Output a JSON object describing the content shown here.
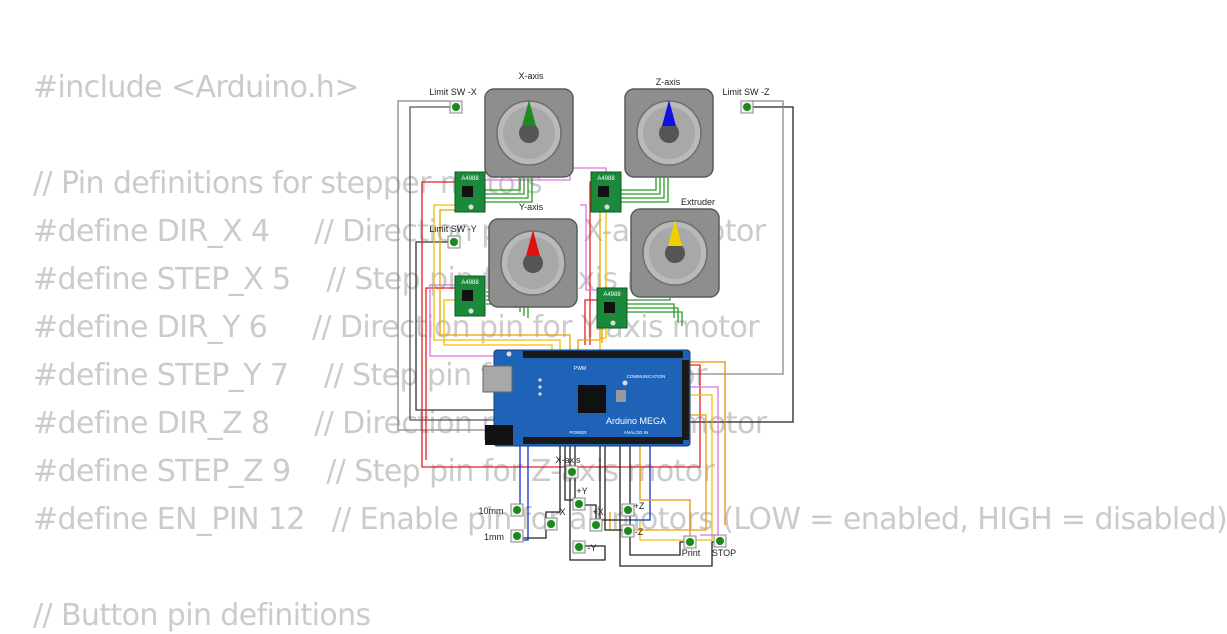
{
  "code_lines": [
    "#include <Arduino.h>",
    "",
    "// Pin definitions for stepper motors",
    "#define DIR_X 4     // Direction pin for X-axis motor",
    "#define STEP_X 5    // Step pin for X-axis motor",
    "#define DIR_Y 6     // Direction pin for Y-axis motor",
    "#define STEP_Y 7    // Step pin for Y-axis motor",
    "#define DIR_Z 8     // Direction pin for Z-axis motor",
    "#define STEP_Z 9    // Step pin for Z-axis motor",
    "#define EN_PIN 12   // Enable pin for all motors (LOW = enabled, HIGH = disabled)",
    "",
    "// Button pin definitions"
  ],
  "diagram": {
    "motors": {
      "x": {
        "label": "X-axis",
        "pointer_color": "#1e8a1e"
      },
      "z": {
        "label": "Z-axis",
        "pointer_color": "#1010e0"
      },
      "y": {
        "label": "Y-axis",
        "pointer_color": "#e01010"
      },
      "e": {
        "label": "Extruder",
        "pointer_color": "#f2d000"
      }
    },
    "drivers": {
      "x": "A4988",
      "z": "A4988",
      "y": "A4988",
      "e": "A4988"
    },
    "limit_switches": {
      "x": "Limit SW -X",
      "z": "Limit SW -Z",
      "y": "Limit SW -Y"
    },
    "board": {
      "name": "Arduino MEGA",
      "pwm": "PWM",
      "communication": "COMMUNICATION",
      "power": "POWER",
      "analog_in": "ANALOG IN"
    },
    "buttons": {
      "x_axis": "X-axis",
      "plus_y": "+Y",
      "minus_x": "-X",
      "plus_x": "+X",
      "plus_z": "+Z",
      "minus_z": "-Z",
      "minus_y": "-Y",
      "step_10mm": "10mm",
      "step_1mm": "1mm",
      "print": "Print",
      "stop": "STOP"
    },
    "colors": {
      "board_blue": "#1e63b8",
      "button_green": "#1a8a1a",
      "driver_green": "#1a8a3a",
      "motor_gray": "#8e8e8e"
    }
  }
}
